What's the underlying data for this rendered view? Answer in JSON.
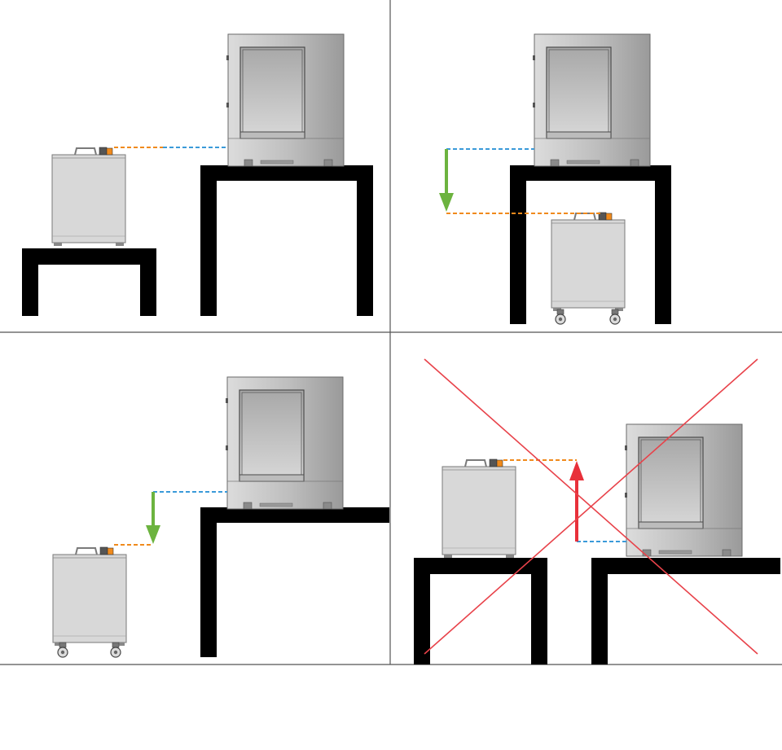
{
  "figure": {
    "panels": [
      {
        "id": "panel-1",
        "verdict": "acceptable",
        "arrow": "none"
      },
      {
        "id": "panel-2",
        "verdict": "acceptable",
        "arrow": "down"
      },
      {
        "id": "panel-3",
        "verdict": "acceptable",
        "arrow": "down"
      },
      {
        "id": "panel-4",
        "verdict": "not-acceptable",
        "arrow": "up"
      }
    ],
    "colors": {
      "hose_orange": "#f08a1c",
      "hose_blue": "#3a9ad9",
      "arrow_ok": "#6cb33f",
      "arrow_bad": "#e8303a",
      "cross": "#e8424a",
      "table": "#000000",
      "divider": "#555555"
    },
    "icons": [
      "chiller-unit",
      "instrument-unit",
      "table",
      "hose-line",
      "arrow",
      "cross-mark"
    ]
  }
}
